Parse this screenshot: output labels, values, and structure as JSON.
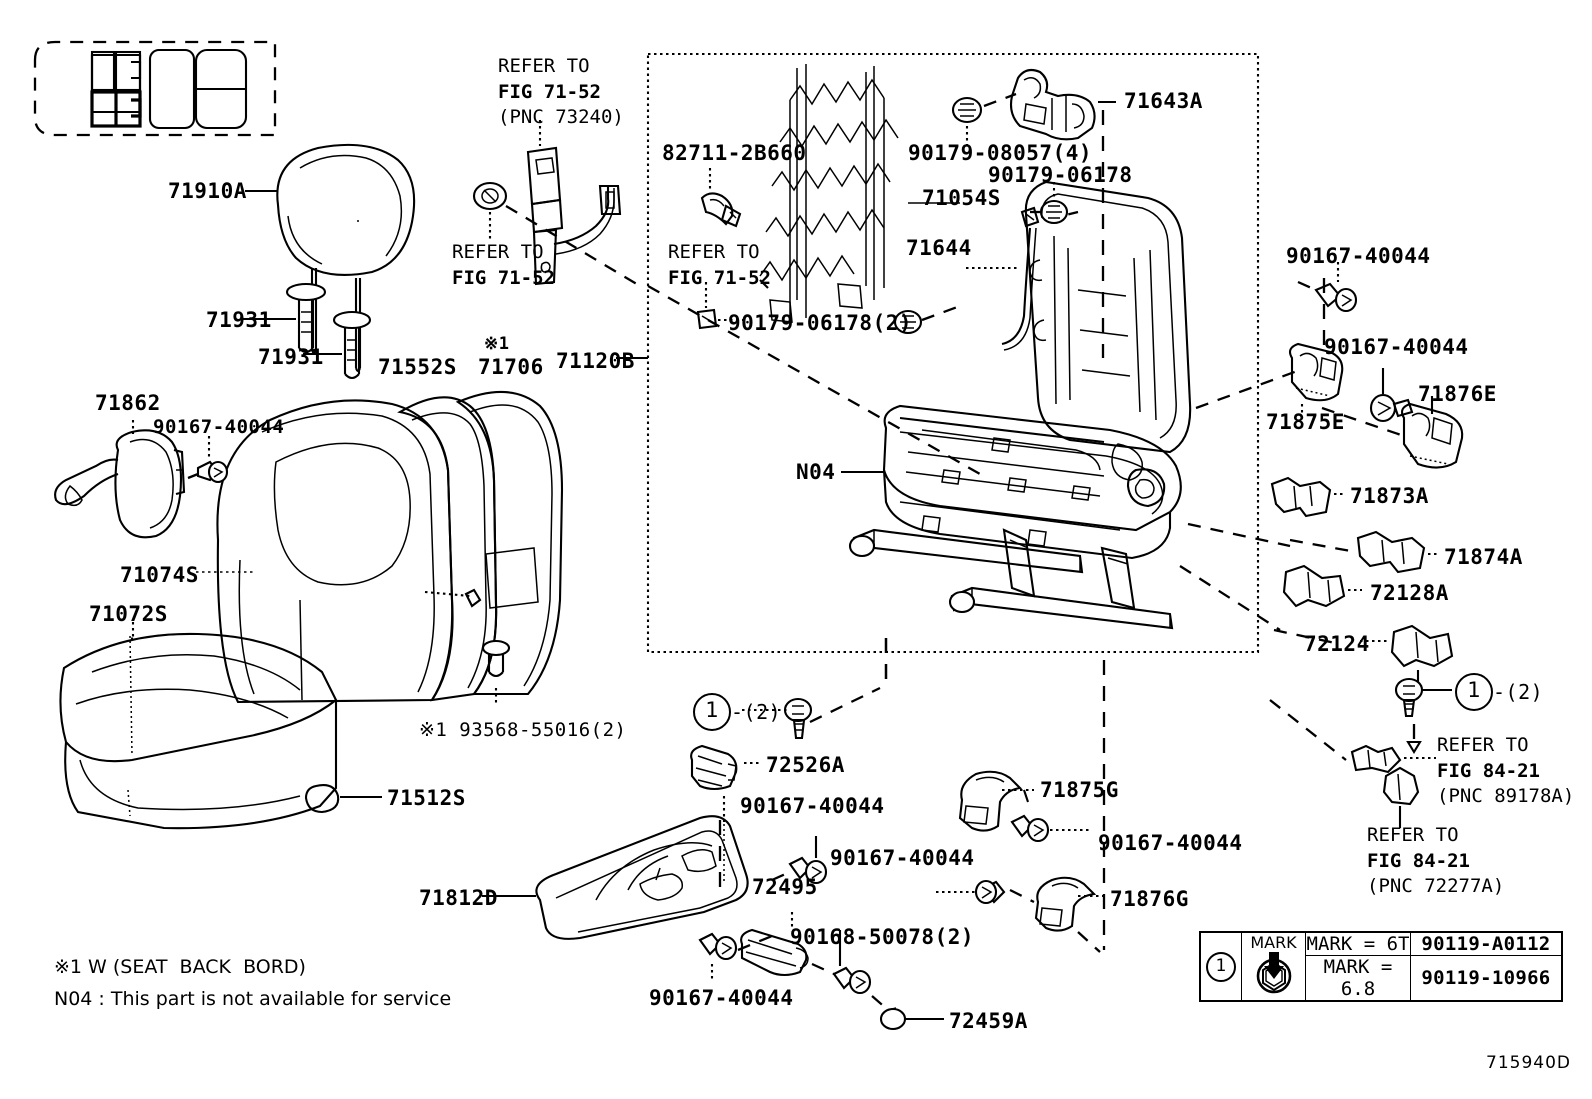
{
  "drawing": {
    "number": "715940D",
    "seat_map_caption": "",
    "frame_label": "N04"
  },
  "seat_map": {
    "name": "vehicle-seating-layout",
    "highlighted_seat": "front-left-driver"
  },
  "labels": {
    "headrest": "71910A",
    "headrest_guide_1": "71931",
    "headrest_guide_2": "71931",
    "seat_back_cover": "71552S",
    "seat_back_pad": "71706",
    "seat_back_assy": "71120B",
    "recline_cover": "71862",
    "recline_screw": "90167-40044",
    "seat_back_trim": "71074S",
    "seat_cushion_cover": "71072S",
    "cushion_shield": "71512S",
    "buckle_ref_part": "82711-2B660",
    "spring_assy": "71054S",
    "wire_71644": "71644",
    "lock_71643a": "71643A",
    "bolt_90179_08057": "90179-08057(4)",
    "bolt_90179_06178": "90179-06178",
    "bolt_90179_06178_2": "90179-06178(2)",
    "bracket_71875e": "71875E",
    "bracket_71876e": "71876E",
    "screw_e_top": "90167-40044",
    "screw_e_mid": "90167-40044",
    "cover_71873a": "71873A",
    "cover_71874a": "71874A",
    "cover_72128a": "72128A",
    "cover_72124": "72124",
    "knob_72526a": "72526A",
    "screw_72526a": "90167-40044",
    "panel_71812d": "71812D",
    "screw_71812d": "90167-40044",
    "knob_72495": "72495",
    "screw_72495": "90168-50078(2)",
    "washer_72459a": "72459A",
    "cap_71875g": "71875G",
    "screw_71875g": "90167-40044",
    "cap_71876g": "71876G",
    "screw_71876g": "90167-40044",
    "hinge_bolt_note": "※1 93568-55016(2)"
  },
  "refer_notes": {
    "buckle_top": {
      "line1": "REFER TO",
      "line2": "FIG 71-52",
      "line3": "(PNC 73240)"
    },
    "anchor_left": {
      "line1": "REFER TO",
      "line2": "FIG 71-52"
    },
    "belt_mid": {
      "line1": "REFER TO",
      "line2": "FIG 71-52"
    },
    "rail_89178a": {
      "line1": "REFER TO",
      "line2": "FIG 84-21",
      "line3": "(PNC 89178A)"
    },
    "rail_72277a": {
      "line1": "REFER TO",
      "line2": "FIG 84-21",
      "line3": "(PNC 72277A)"
    }
  },
  "callouts": {
    "mid_left": {
      "symbol": "1",
      "qty": "-(2)"
    },
    "right_lower": {
      "symbol": "1",
      "qty": "-(2)"
    }
  },
  "footnotes": {
    "line1": "※1 W (SEAT  BACK  BORD)",
    "line2": "N04 : This part is not available for service"
  },
  "mark_table": {
    "callout_symbol": "1",
    "icon_label": "MARK",
    "rows": [
      {
        "condition": "MARK = 6T",
        "part": "90119-A0112"
      },
      {
        "condition": "MARK = 6.8",
        "part": "90119-10966"
      }
    ]
  }
}
